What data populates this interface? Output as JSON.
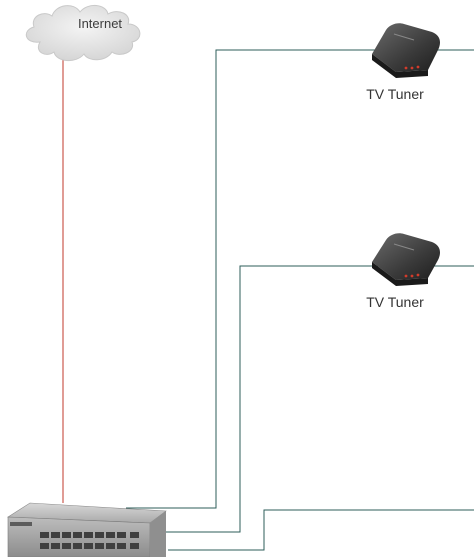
{
  "internet": {
    "label": "Internet"
  },
  "devices": {
    "tuner_top": {
      "label": "TV Tuner"
    },
    "tuner_middle": {
      "label": "TV Tuner"
    }
  },
  "connection_colors": {
    "internet_link": "#c0392b",
    "lan_link": "#2e5e5a"
  },
  "icons": {
    "internet": "cloud-icon",
    "tuner": "tv-tuner-icon",
    "switch": "network-switch-icon"
  }
}
